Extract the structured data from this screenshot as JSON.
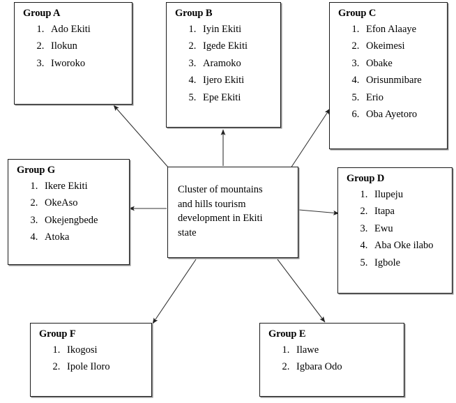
{
  "diagram": {
    "title": "Cluster of mountains and hills tourism development in Ekiti state",
    "center": {
      "label": "Cluster of mountains and hills tourism development in  Ekiti state",
      "line1": "Cluster of mountains",
      "line2": "and hills tourism",
      "line3": "development in  Ekiti",
      "line4": "state"
    },
    "colors": {
      "box_border": "#1a1a1a",
      "box_shadow": "#8a8a8a",
      "background": "#ffffff",
      "text": "#000000",
      "arrow": "#333333"
    },
    "groups": [
      {
        "id": "a",
        "title": "Group A",
        "items": [
          "Ado Ekiti",
          "Ilokun",
          " Iworoko"
        ]
      },
      {
        "id": "b",
        "title": "Group B",
        "items": [
          "Iyin Ekiti",
          "Igede Ekiti",
          "Aramoko",
          "Ijero Ekiti",
          "Epe Ekiti"
        ]
      },
      {
        "id": "c",
        "title": "Group C",
        "items": [
          "Efon Alaaye",
          "Okeimesi",
          "Obake",
          "Orisunmibare",
          "Erio",
          "Oba Ayetoro"
        ]
      },
      {
        "id": "d",
        "title": "Group D",
        "items": [
          "Ilupeju",
          "Itapa",
          "Ewu",
          "Aba Oke ilabo",
          "Igbole"
        ]
      },
      {
        "id": "e",
        "title": "Group E",
        "items": [
          "Ilawe",
          "Igbara Odo"
        ]
      },
      {
        "id": "f",
        "title": "Group F",
        "items": [
          "Ikogosi",
          "Ipole Iloro"
        ]
      },
      {
        "id": "g",
        "title": "Group G",
        "items": [
          "Ikere Ekiti",
          "OkeAso",
          "Okejengbede",
          "Atoka"
        ]
      }
    ],
    "connectors": [
      {
        "from": "center",
        "to": "group-a",
        "direction": "up-left"
      },
      {
        "from": "center",
        "to": "group-b",
        "direction": "up"
      },
      {
        "from": "center",
        "to": "group-c",
        "direction": "up-right"
      },
      {
        "from": "center",
        "to": "group-d",
        "direction": "right"
      },
      {
        "from": "center",
        "to": "group-e",
        "direction": "down-right"
      },
      {
        "from": "center",
        "to": "group-f",
        "direction": "down-left"
      },
      {
        "from": "center",
        "to": "group-g",
        "direction": "left"
      }
    ]
  }
}
